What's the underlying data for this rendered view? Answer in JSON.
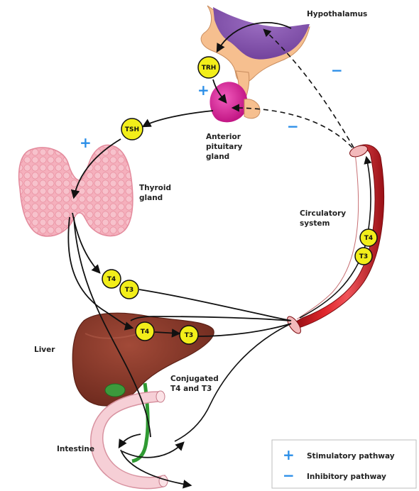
{
  "labels": {
    "hypothalamus": "Hypothalamus",
    "anterior_pituitary": [
      "Anterior",
      "pituitary",
      "gland"
    ],
    "thyroid": [
      "Thyroid",
      "gland"
    ],
    "circulatory": [
      "Circulatory",
      "system"
    ],
    "liver": "Liver",
    "conjugated": [
      "Conjugated",
      "T4 and T3"
    ],
    "intestine": "Intestine"
  },
  "hormones": {
    "trh": "TRH",
    "tsh": "TSH",
    "t4": "T4",
    "t3": "T3"
  },
  "signs": {
    "plus": "+",
    "minus": "−"
  },
  "legend": {
    "stimulatory": "Stimulatory pathway",
    "inhibitory": "Inhibitory pathway"
  },
  "colors": {
    "stimulatory_sign": "#2a8ee8",
    "inhibitory_sign": "#2a8ee8",
    "hormone_badge": "#f2ee1a",
    "vessel": "#c8161d",
    "liver": "#8a3a2c",
    "thyroid": "#f4a7b4",
    "hypothalamus": "#8a5bb0",
    "pituitary": "#e0259a"
  }
}
